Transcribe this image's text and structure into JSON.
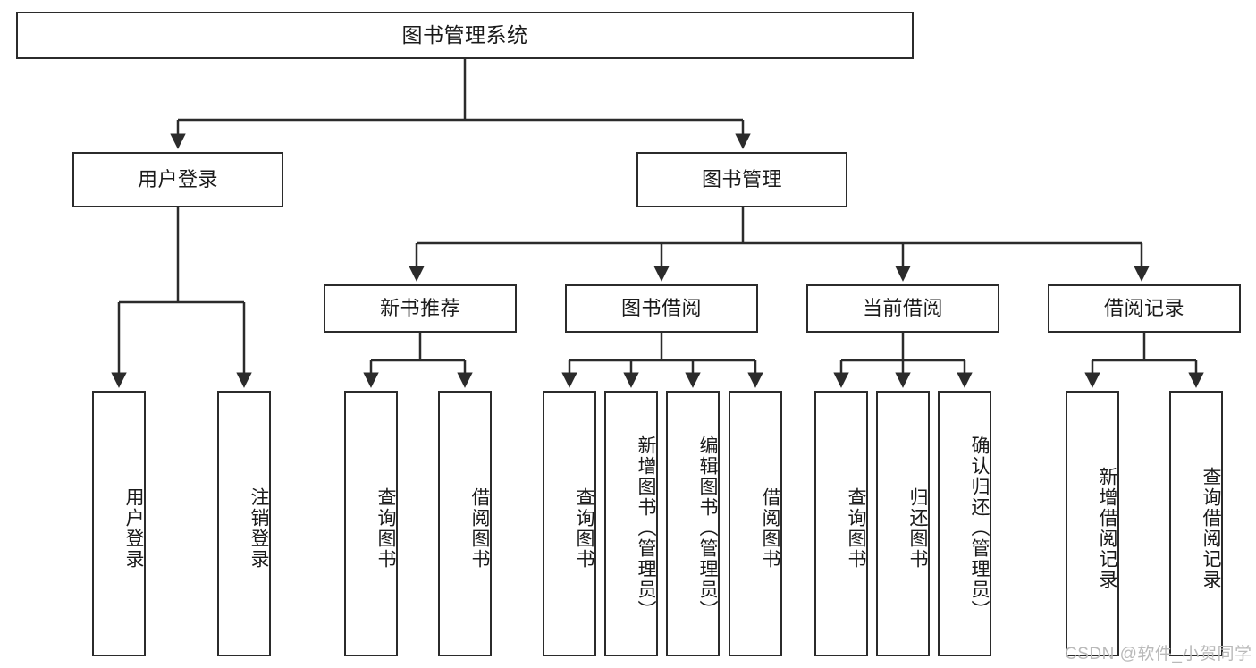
{
  "diagram": {
    "title": "图书管理系统",
    "watermark": "CSDN @软件_小贺同学",
    "stroke_color": "#2b2b2b",
    "background_color": "#ffffff",
    "text_color": "#1a1a1a",
    "watermark_color": "#b9b9b9",
    "levels": {
      "root": {
        "label": "图书管理系统"
      },
      "level2": [
        {
          "id": "user-login",
          "label": "用户登录"
        },
        {
          "id": "book-management",
          "label": "图书管理"
        }
      ],
      "level3": [
        {
          "id": "new-book-recommend",
          "label": "新书推荐"
        },
        {
          "id": "book-borrow",
          "label": "图书借阅"
        },
        {
          "id": "current-borrow",
          "label": "当前借阅"
        },
        {
          "id": "borrow-record",
          "label": "借阅记录"
        }
      ],
      "leaves": {
        "user_login": [
          {
            "id": "leaf-user-login",
            "label": "用户登录"
          },
          {
            "id": "leaf-user-logout",
            "label": "注销登录"
          }
        ],
        "new_book_recommend": [
          {
            "id": "leaf-query-book-1",
            "label": "查询图书"
          },
          {
            "id": "leaf-borrow-book-1",
            "label": "借阅图书"
          }
        ],
        "book_borrow": [
          {
            "id": "leaf-query-book-2",
            "label": "查询图书"
          },
          {
            "id": "leaf-add-book",
            "label": "新增图书（管理员）"
          },
          {
            "id": "leaf-edit-book",
            "label": "编辑图书（管理员）"
          },
          {
            "id": "leaf-borrow-book-2",
            "label": "借阅图书"
          }
        ],
        "current_borrow": [
          {
            "id": "leaf-query-book-3",
            "label": "查询图书"
          },
          {
            "id": "leaf-return-book",
            "label": "归还图书"
          },
          {
            "id": "leaf-confirm-return",
            "label": "确认归还（管理员）"
          }
        ],
        "borrow_record": [
          {
            "id": "leaf-add-record",
            "label": "新增借阅记录"
          },
          {
            "id": "leaf-query-record",
            "label": "查询借阅记录"
          }
        ]
      }
    }
  }
}
